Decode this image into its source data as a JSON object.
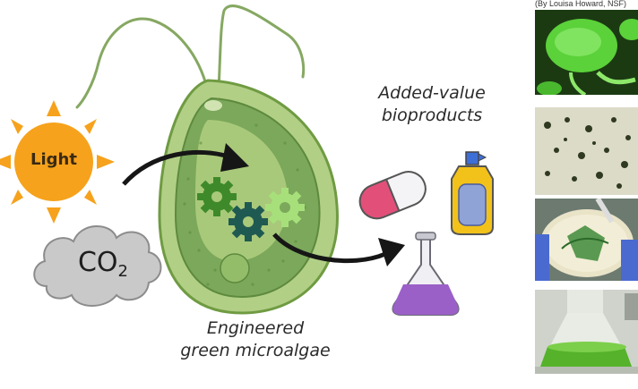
{
  "inputs": {
    "light_label": "Light",
    "co2_main": "CO",
    "co2_sub": "2"
  },
  "algae": {
    "caption_line1": "Engineered",
    "caption_line2": "green microalgae"
  },
  "products": {
    "caption_line1": "Added-value",
    "caption_line2": "bioproducts"
  },
  "photos": {
    "credit": "(By Louisa Howard, NSF)"
  },
  "colors": {
    "sun": "#f6a21c",
    "cell_fill": "#a9c97a",
    "chloroplast": "#6a9a4a",
    "arrow": "#161616",
    "pill_pink": "#e2507a",
    "bottle_yellow": "#f2c21a",
    "flask_purple": "#9a60c8"
  }
}
